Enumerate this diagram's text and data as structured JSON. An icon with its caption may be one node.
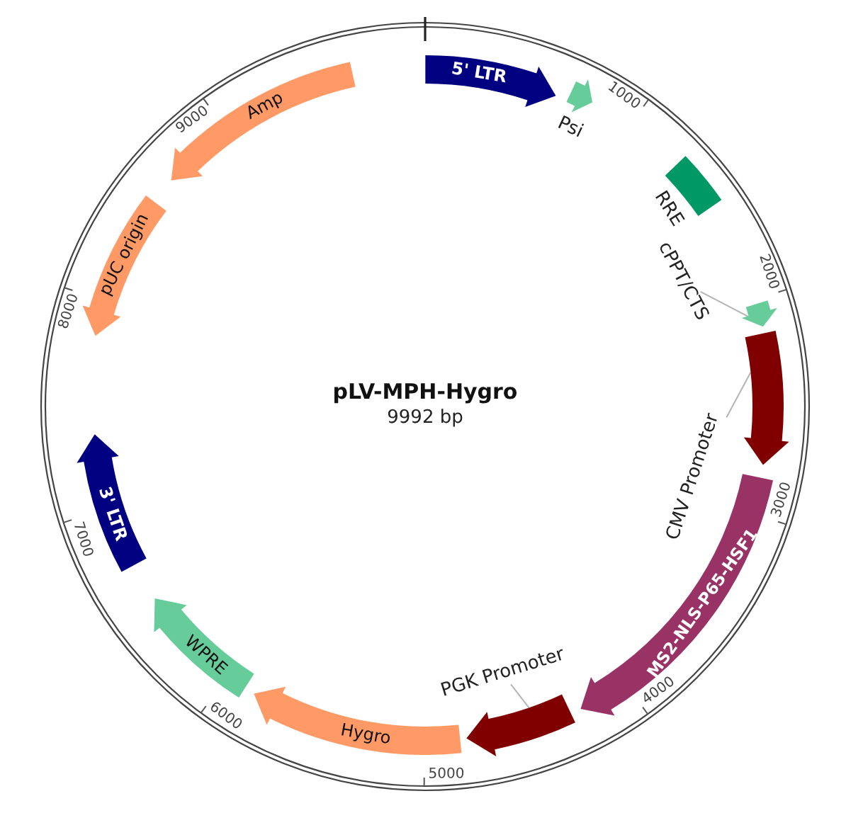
{
  "diagram": {
    "title": "pLV-MPH-Hygro",
    "nodes": [
      {
        "text": [
          "5' LTR"
        ]
      },
      {
        "text": [],
        "shape": "arrow",
        "beside": [
          "Psi"
        ]
      },
      {
        "text": [],
        "shape": "box",
        "beside": [
          "RRE"
        ]
      },
      {
        "text": [
          "cPPT/CTS"
        ]
      },
      {
        "text": [],
        "shape": "arrow"
      },
      {
        "text": [
          "CMV Promoter"
        ]
      },
      {
        "text": [],
        "shape": "arrow"
      },
      {
        "text": [
          "MS2-NLS-P65-HSF1"
        ]
      },
      {
        "text": [
          "PGK Promoter"
        ]
      },
      {
        "text": [],
        "shape": "arrow"
      },
      {
        "text": [
          "Hygro"
        ]
      },
      {
        "text": [
          "WPRE"
        ]
      },
      {
        "text": [
          "3' LTR"
        ]
      },
      {
        "text": [
          "pUC origin"
        ]
      },
      {
        "text": [
          "Amp"
        ]
      }
    ],
    "edges": [
      {
        "from": 3,
        "to": 4,
        "arrow": "none"
      },
      {
        "from": 5,
        "to": 6,
        "arrow": "none"
      },
      {
        "from": 8,
        "to": 9,
        "arrow": "none"
      }
    ],
    "labels": [
      "9992 bp",
      "1000",
      "2000",
      "3000",
      "4000",
      "5000",
      "6000",
      "7000",
      "8000",
      "9000"
    ]
  }
}
